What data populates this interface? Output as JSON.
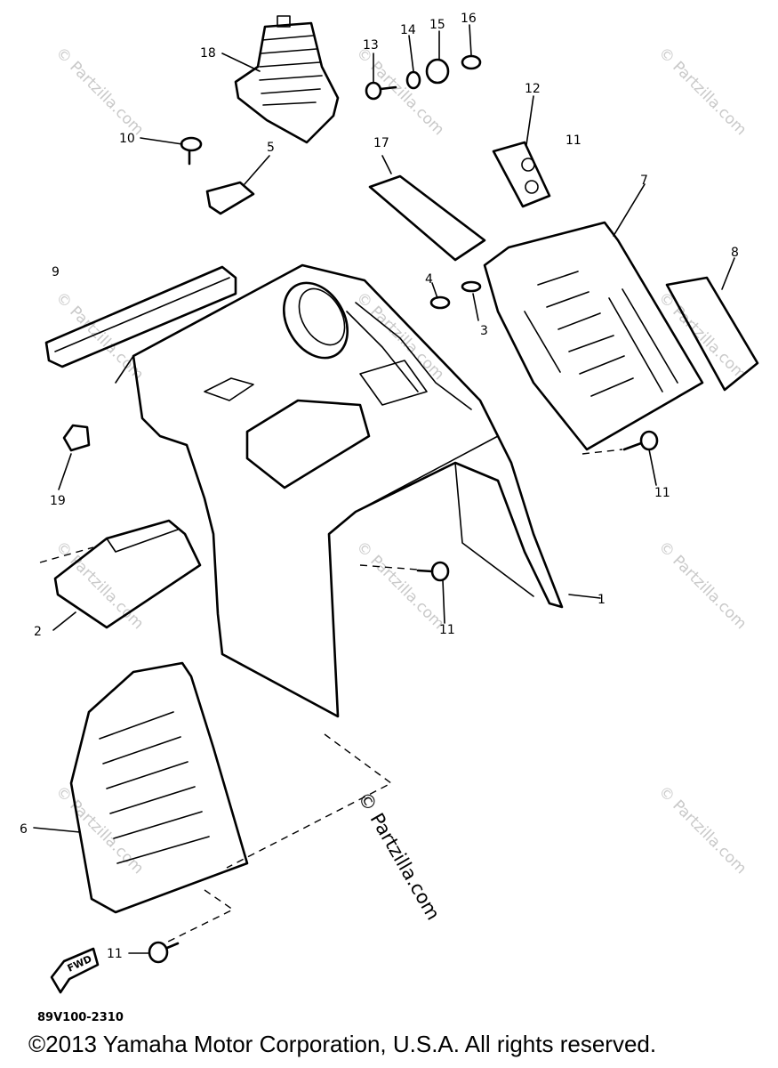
{
  "callouts": [
    "1",
    "2",
    "3",
    "4",
    "5",
    "6",
    "7",
    "8",
    "9",
    "10",
    "11",
    "11",
    "11",
    "11",
    "12",
    "13",
    "14",
    "15",
    "16",
    "17",
    "18",
    "19"
  ],
  "watermark": "© Partzilla.com",
  "fwd_label": "FWD",
  "part_code": "89V100-2310",
  "copyright": "©2013  Yamaha Motor Corporation, U.S.A. All rights reserved."
}
